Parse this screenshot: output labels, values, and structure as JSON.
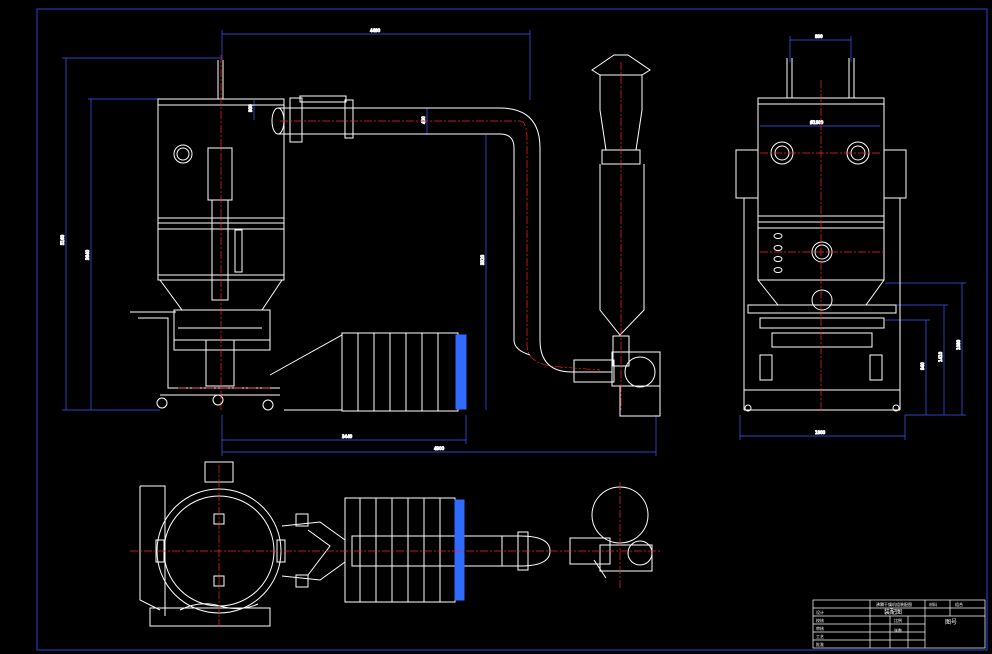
{
  "drawing": {
    "colors": {
      "background": "#000000",
      "border": "#2b45d6",
      "outline": "#ffffff",
      "centerline": "#ff2020",
      "dimension": "#3a5cff",
      "accent": "#00e5ff",
      "filter_bag": "#2f6bff"
    },
    "front_view": {
      "dim_top_width": "4490",
      "dim_overall_height": "5160",
      "dim_body_height": "3640",
      "dim_duct_height": "3320",
      "dim_inlet": "900",
      "dim_pipe": "400",
      "dim_base_width": "3440",
      "dim_total_length": "4900"
    },
    "side_view": {
      "dim_top_spacing": "800",
      "dim_shell_diameter": "Ø1800",
      "dim_base_width": "1800",
      "dim_h1": "1080",
      "dim_h2": "1410",
      "dim_h3": "940"
    },
    "title_block": {
      "company": "沸腾干燥机组装配图",
      "drawing_name": "装配图",
      "material_label": "材料",
      "material_value": "组合",
      "scale_label": "比例",
      "sheet_label": "张数",
      "rows": [
        "设计",
        "校核",
        "审核",
        "工艺",
        "批准"
      ],
      "note": "图号"
    }
  }
}
